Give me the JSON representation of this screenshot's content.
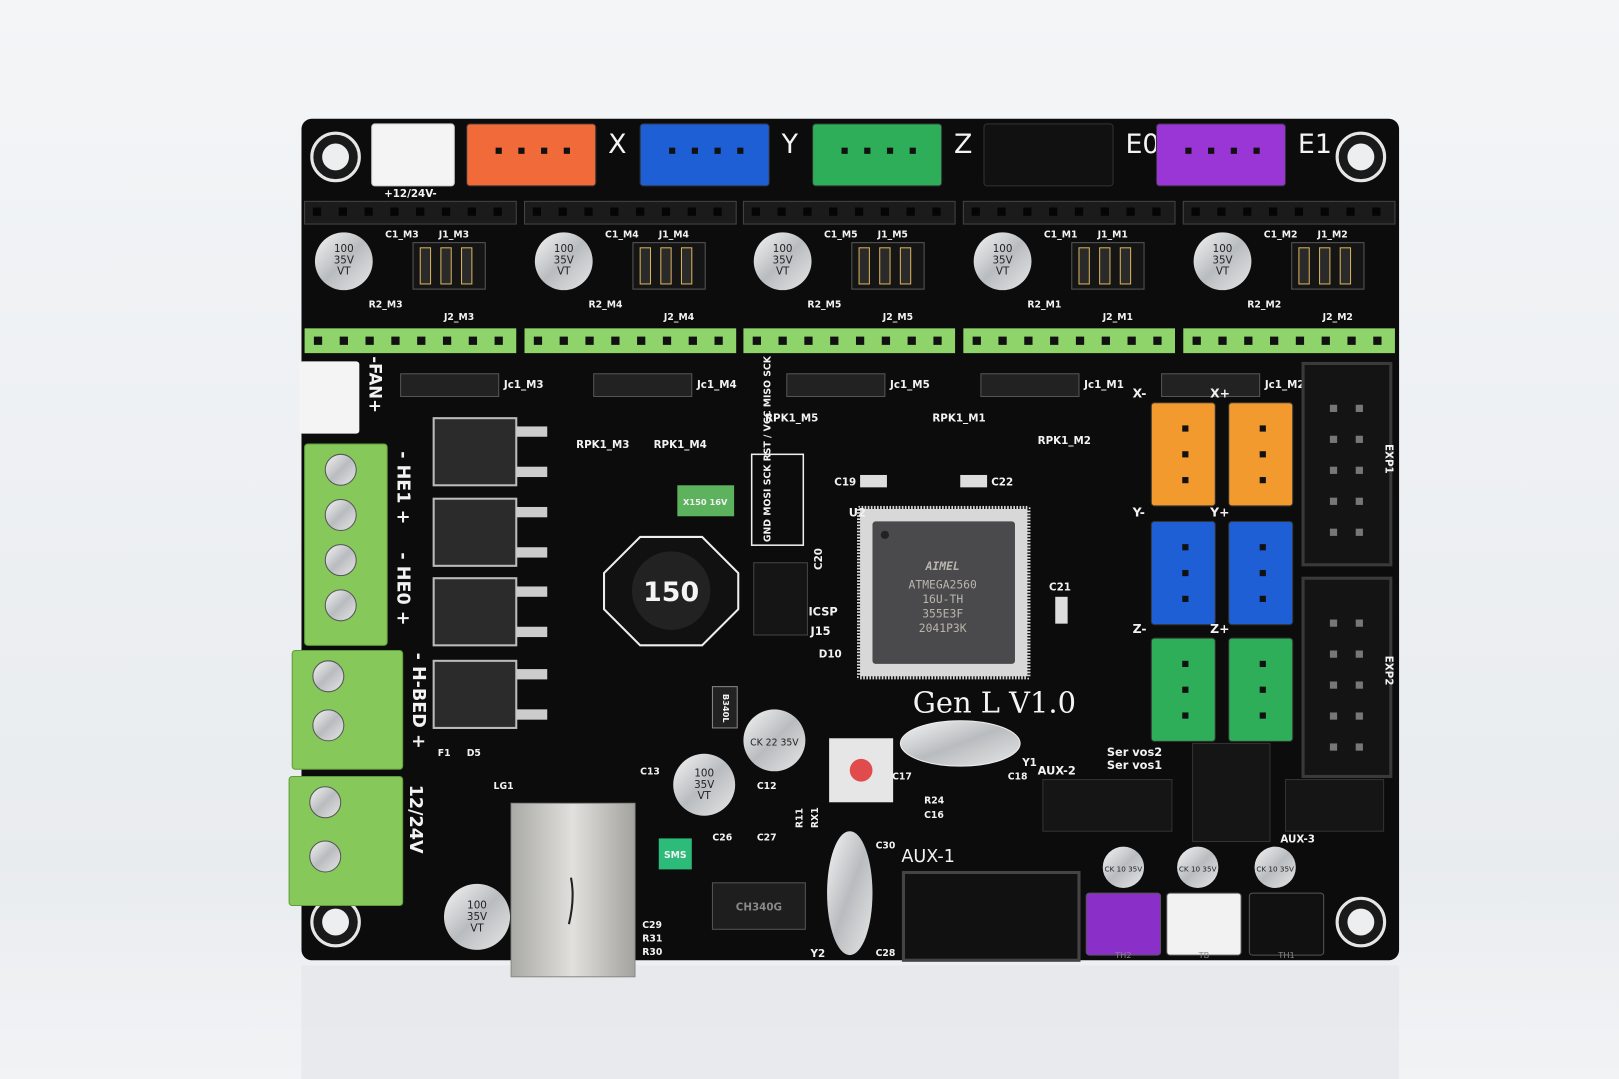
{
  "board": {
    "name_label": "Gen L V1.0",
    "colors": {
      "pcb": "#0c0c0c",
      "silkscreen": "#f2f2f2",
      "header_green": "#8fd46a",
      "terminal_green": "#86c85a"
    },
    "motor_connectors": [
      {
        "label": "X",
        "color": "#f06a3a"
      },
      {
        "label": "Y",
        "color": "#1f5fd6"
      },
      {
        "label": "Z",
        "color": "#2fae5a"
      },
      {
        "label": "E0",
        "color": "#111111"
      },
      {
        "label": "E1",
        "color": "#9a35d6"
      }
    ],
    "power_header_label": "+12/24V-",
    "fan_label": "-FAN+",
    "terminals": [
      "- HE1 +",
      "- HE0 +",
      "- H-BED +",
      "12/24V"
    ],
    "drivers": [
      {
        "c1": "C1_M3",
        "j1": "J1_M3",
        "j2": "J2_M3",
        "r": "R2_M3",
        "jc": "Jc1_M3",
        "rpk": "RPK1_M3"
      },
      {
        "c1": "C1_M4",
        "j1": "J1_M4",
        "j2": "J2_M4",
        "r": "R2_M4",
        "jc": "Jc1_M4",
        "rpk": "RPK1_M4"
      },
      {
        "c1": "C1_M5",
        "j1": "J1_M5",
        "j2": "J2_M5",
        "r": "R2_M5",
        "jc": "Jc1_M5",
        "rpk": "RPK1_M5"
      },
      {
        "c1": "C1_M1",
        "j1": "J1_M1",
        "j2": "J2_M1",
        "r": "R2_M1",
        "jc": "Jc1_M1",
        "rpk": "RPK1_M1"
      },
      {
        "c1": "C1_M2",
        "j1": "J1_M2",
        "j2": "J2_M2",
        "r": "R2_M2",
        "jc": "Jc1_M2",
        "rpk": "RPK1_M2"
      }
    ],
    "capacitor_label": [
      "100",
      "35V",
      "VT"
    ],
    "mcu": {
      "logo": "AIMEL",
      "lines": [
        "ATMEGA2560",
        "16U-TH",
        "355E3F",
        "2041P3K"
      ],
      "ref": "U2"
    },
    "inductor_label": "150",
    "icsp": {
      "label": "ICSP",
      "pins": "GND MOSI SCK RST / VCC MISO SCK",
      "ref": "J15"
    },
    "endstops": {
      "labels": [
        "X-",
        "X+",
        "Y-",
        "Y+",
        "Z-",
        "Z+"
      ],
      "colors": [
        "#f39a2e",
        "#1f5fd6",
        "#2fae5a"
      ]
    },
    "headers": [
      "EXP1",
      "EXP2",
      "AUX-1",
      "AUX-2",
      "AUX-3",
      "Ser vos2",
      "Ser vos1"
    ],
    "thermistors": [
      {
        "label": "TH2",
        "color": "#8a2fc8"
      },
      {
        "label": "TB",
        "color": "#f2f2f2"
      },
      {
        "label": "TH1",
        "color": "#111111"
      }
    ],
    "fuse_label": "X150 16V",
    "diode_label": "B340L",
    "usb_chip": "CH340G",
    "small_caps": [
      "CK 22 35V",
      "CK 10 35V"
    ],
    "refs": [
      "C19",
      "C22",
      "C21",
      "D10",
      "C20",
      "LG1",
      "F1",
      "D5",
      "C13",
      "C12",
      "C26",
      "C27",
      "C30",
      "C28",
      "C29",
      "R31",
      "R30",
      "Y1",
      "Y2",
      "RX1",
      "R11",
      "C17",
      "C18",
      "R24",
      "C16",
      "SMS"
    ]
  }
}
